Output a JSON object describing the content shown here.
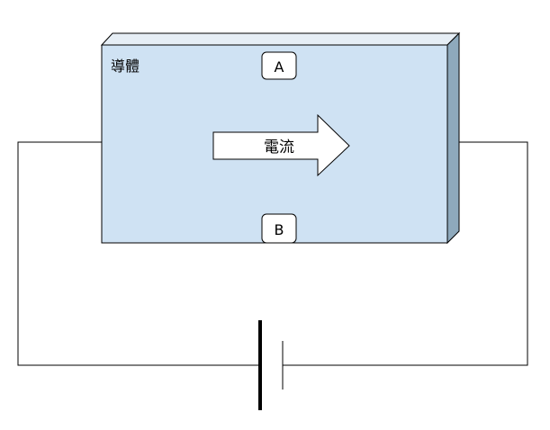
{
  "diagram": {
    "conductor_label": "導體",
    "current_label": "電流",
    "terminal_a": "A",
    "terminal_b": "B"
  },
  "colors": {
    "conductor_fill": "#cfe2f3",
    "conductor_side": "#8ea9bc",
    "conductor_top": "#e6eef5",
    "arrow_fill": "#ffffff",
    "wire": "#000000"
  }
}
